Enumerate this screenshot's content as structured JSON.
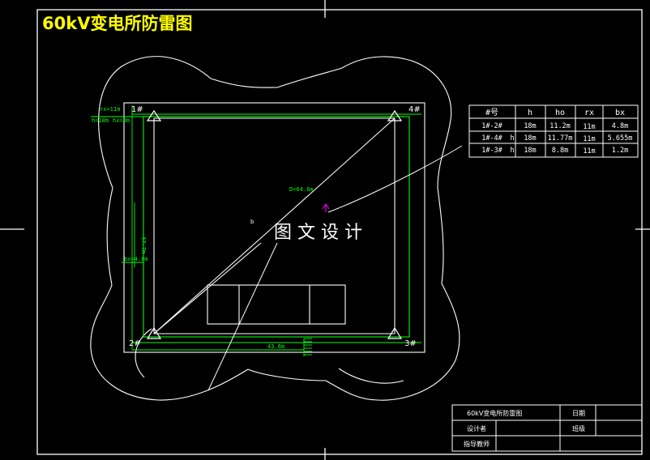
{
  "title": "60kV变电所防雷图",
  "watermark": "图 文 设 计",
  "labels": {
    "rod1": "1#",
    "rod2": "2#",
    "rod3": "3#",
    "rod4": "4#",
    "rx_label": "rx=11m",
    "h_label": "h=18m",
    "hx_label": "hx=8m",
    "d_diag": "D=64.6m",
    "b_label": "b",
    "bx_label": "bx=4.8m",
    "dim_vertical": "47.7m",
    "dim_horizontal": "43.6m"
  },
  "table": {
    "headers": [
      "#号",
      "h",
      "ho",
      "rx",
      "bx"
    ],
    "rows": [
      {
        "id": "1#-2#",
        "extra": "",
        "h": "18m",
        "ho": "11.2m",
        "rx": "11m",
        "bx": "4.8m"
      },
      {
        "id": "1#-4#",
        "extra": "h",
        "h": "18m",
        "ho": "11.77m",
        "rx": "11m",
        "bx": "5.655m"
      },
      {
        "id": "1#-3#",
        "extra": "h",
        "h": "18m",
        "ho": "8.8m",
        "rx": "11m",
        "bx": "1.2m"
      }
    ]
  },
  "title_block": {
    "drawing_name": "60kV变电所防雷图",
    "date_label": "日期",
    "designer_label": "设计者",
    "class_label": "班级",
    "advisor_label": "指导教师"
  },
  "colors": {
    "background": "#000000",
    "lines": "#ffffff",
    "dimensions": "#00ff00",
    "title": "#ffff00",
    "marker": "#ff00ff"
  }
}
